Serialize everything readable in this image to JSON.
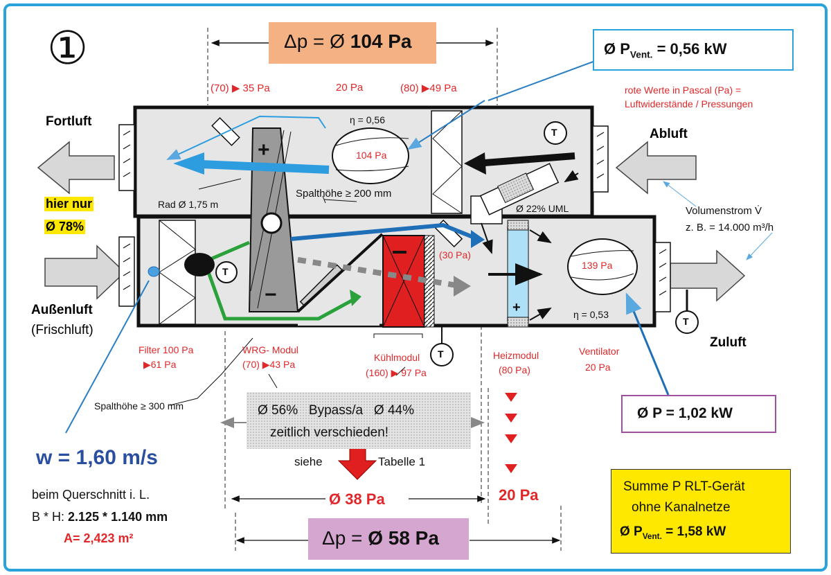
{
  "diagram_number": "①",
  "top": {
    "dp_label": "Δp = Ø ",
    "dp_value": "104 Pa",
    "wrg_exhaust": "(70) ▶ 35 Pa",
    "gap_exhaust": "20 Pa",
    "fan_exhaust": "(80) ▶49 Pa",
    "fan_power_prefix": "Ø P",
    "fan_power_sub": "Vent.",
    "fan_power_value": " = 0,56 kW",
    "legend_line1": "rote Werte in Pascal (Pa) =",
    "legend_line2": "Luftwiderstände / Pressungen"
  },
  "labels": {
    "fortluft": "Fortluft",
    "abluft": "Abluft",
    "aussenluft": "Außenluft",
    "frischluft": "(Frischluft)",
    "zuluft": "Zuluft",
    "hier_nur": "hier nur",
    "hier_nur_pct": "Ø 78%",
    "eta_exhaust": "η = 0,56",
    "fan_exhaust_pa": "104 Pa",
    "rad": "Rad Ø 1,75 m",
    "spalt200": "Spalthöhe ≥ 200 mm",
    "uml": "Ø 22% UML",
    "volumenstrom_1": "Volumenstrom V̇",
    "volumenstrom_2": "z. B. = 14.000 m³/h",
    "pa30": "(30 Pa)",
    "fan_supply_pa": "139 Pa",
    "eta_supply": "η = 0,53",
    "plus": "+",
    "minus": "−",
    "t": "T"
  },
  "bottom": {
    "filter_1": "Filter 100 Pa",
    "filter_2": "▶61 Pa",
    "wrg_1": "WRG- Modul",
    "wrg_2": "(70) ▶43 Pa",
    "kuehl_1": "Kühlmodul",
    "kuehl_2": "(160) ▶ 97 Pa",
    "heiz_1": "Heizmodul",
    "heiz_2": "(80 Pa)",
    "vent_1": "Ventilator",
    "vent_2": "20 Pa",
    "spalt300": "Spalthöhe ≥ 300 mm",
    "bypass_1": "Ø 56%   Bypass/a   Ø 44%",
    "bypass_2": "zeitlich verschieden!",
    "siehe": "siehe",
    "tabelle": "Tabelle 1",
    "avg38": "Ø 38 Pa",
    "pa20": "20 Pa",
    "dp58_label": "Δp = ",
    "dp58_value": "Ø 58 Pa",
    "w": "w = 1,60 m/s",
    "querschnitt": "beim Querschnitt i. L.",
    "bh_label": "B * H:  ",
    "bh_value": "2.125 * 1.140 mm",
    "area": "A= 2,423 m²",
    "p_total": "Ø P = 1,02 kW",
    "summe_1": "Summe P RLT-Gerät",
    "summe_2": "ohne Kanalnetze",
    "summe_3_prefix": "Ø P",
    "summe_3_sub": "Vent.",
    "summe_3_value": " = 1,58 kW"
  },
  "colors": {
    "frame": "#29a3dc",
    "housing": "#e6e6e6",
    "red_text": "#e0282a",
    "dp_top_bg": "#f4b183",
    "dp_bottom_bg": "#d5a6cf",
    "yellow": "#ffe800",
    "blue_arrow": "#2d9de0",
    "dark_blue": "#1f6fb8",
    "green": "#2aa13b",
    "cooler_red": "#e02020",
    "heater_blue": "#aee0f8"
  }
}
